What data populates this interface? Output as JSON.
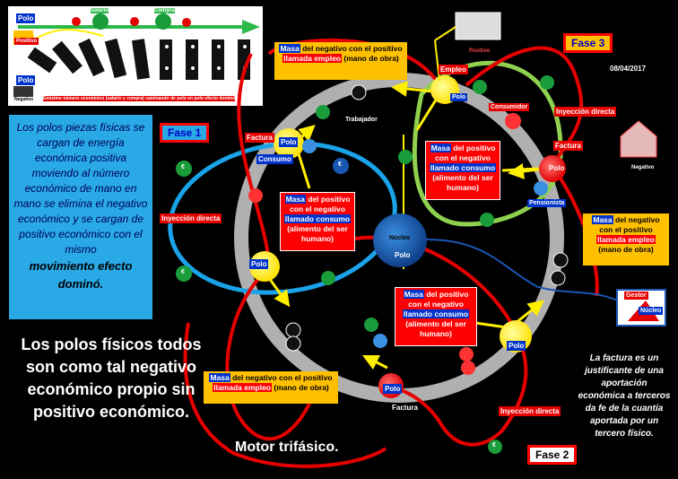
{
  "domino_panel": {
    "labels": {
      "polo_top": "Polo",
      "positivo": "Positivo",
      "salario": "Salario",
      "compra": "Compra",
      "polo_bottom": "Polo",
      "negativo": "Negativo",
      "caption": "Emisimo número económico (salario y compra) caminando de polo en polo efecto dominó"
    }
  },
  "left_text": {
    "paragraph_main": "Los polos piezas físicas se cargan de energía económica positiva moviendo al número económico de mano en mano se elimina el negativo económico y se cargan de positivo económico con el mismo",
    "paragraph_emph": "movimiento efecto dominó."
  },
  "bottom_left_text": "Los polos físicos todos son como tal negativo económico propio sin positivo económico.",
  "motor_title": "Motor trifásico.",
  "date": "08/04/2017",
  "phases": {
    "fase1": "Fase 1",
    "fase2": "Fase 2",
    "fase3": "Fase 3"
  },
  "nucleus": {
    "line1": "Núcleo",
    "line2": "Polo"
  },
  "coin_symbol": "€",
  "node_labels": {
    "polo": "Polo",
    "factura": "Factura",
    "consumo": "Consumo",
    "empleo": "Empleo",
    "consumidor": "Consumidor",
    "pensionista": "Pensionista",
    "trabajador": "Trabajador",
    "positivo": "Positivo",
    "negativo": "Negativo",
    "inyeccion": "Inyección directa",
    "gestor": "Gestor",
    "nucleo": "Núcleo"
  },
  "boxes": {
    "masa": "Masa",
    "consumo_red": {
      "suffix": " del positivo con el negativo",
      "llamado": "llamado consumo",
      "rest": "(alimento del ser humano)"
    },
    "empleo_orange": {
      "suffix": " del negativo con el positivo",
      "llamada": "llamada empleo",
      "rest": " (mano de obra)"
    }
  },
  "factura_note": "La factura es un justificante de una aportación económica a terceros da fe de la cuantía aportada por un tercero físico.",
  "colors": {
    "ring_gray": "#b0b0b0",
    "blue_loop": "#1aa3e8",
    "red_loop": "#e60000",
    "green_loop": "#8fd14f",
    "polo_yellow": "#ffee00",
    "nucleus_blue": "#1f5fb0",
    "coin_green": "#1a9c3a",
    "coin_blue": "#1a57b5"
  }
}
